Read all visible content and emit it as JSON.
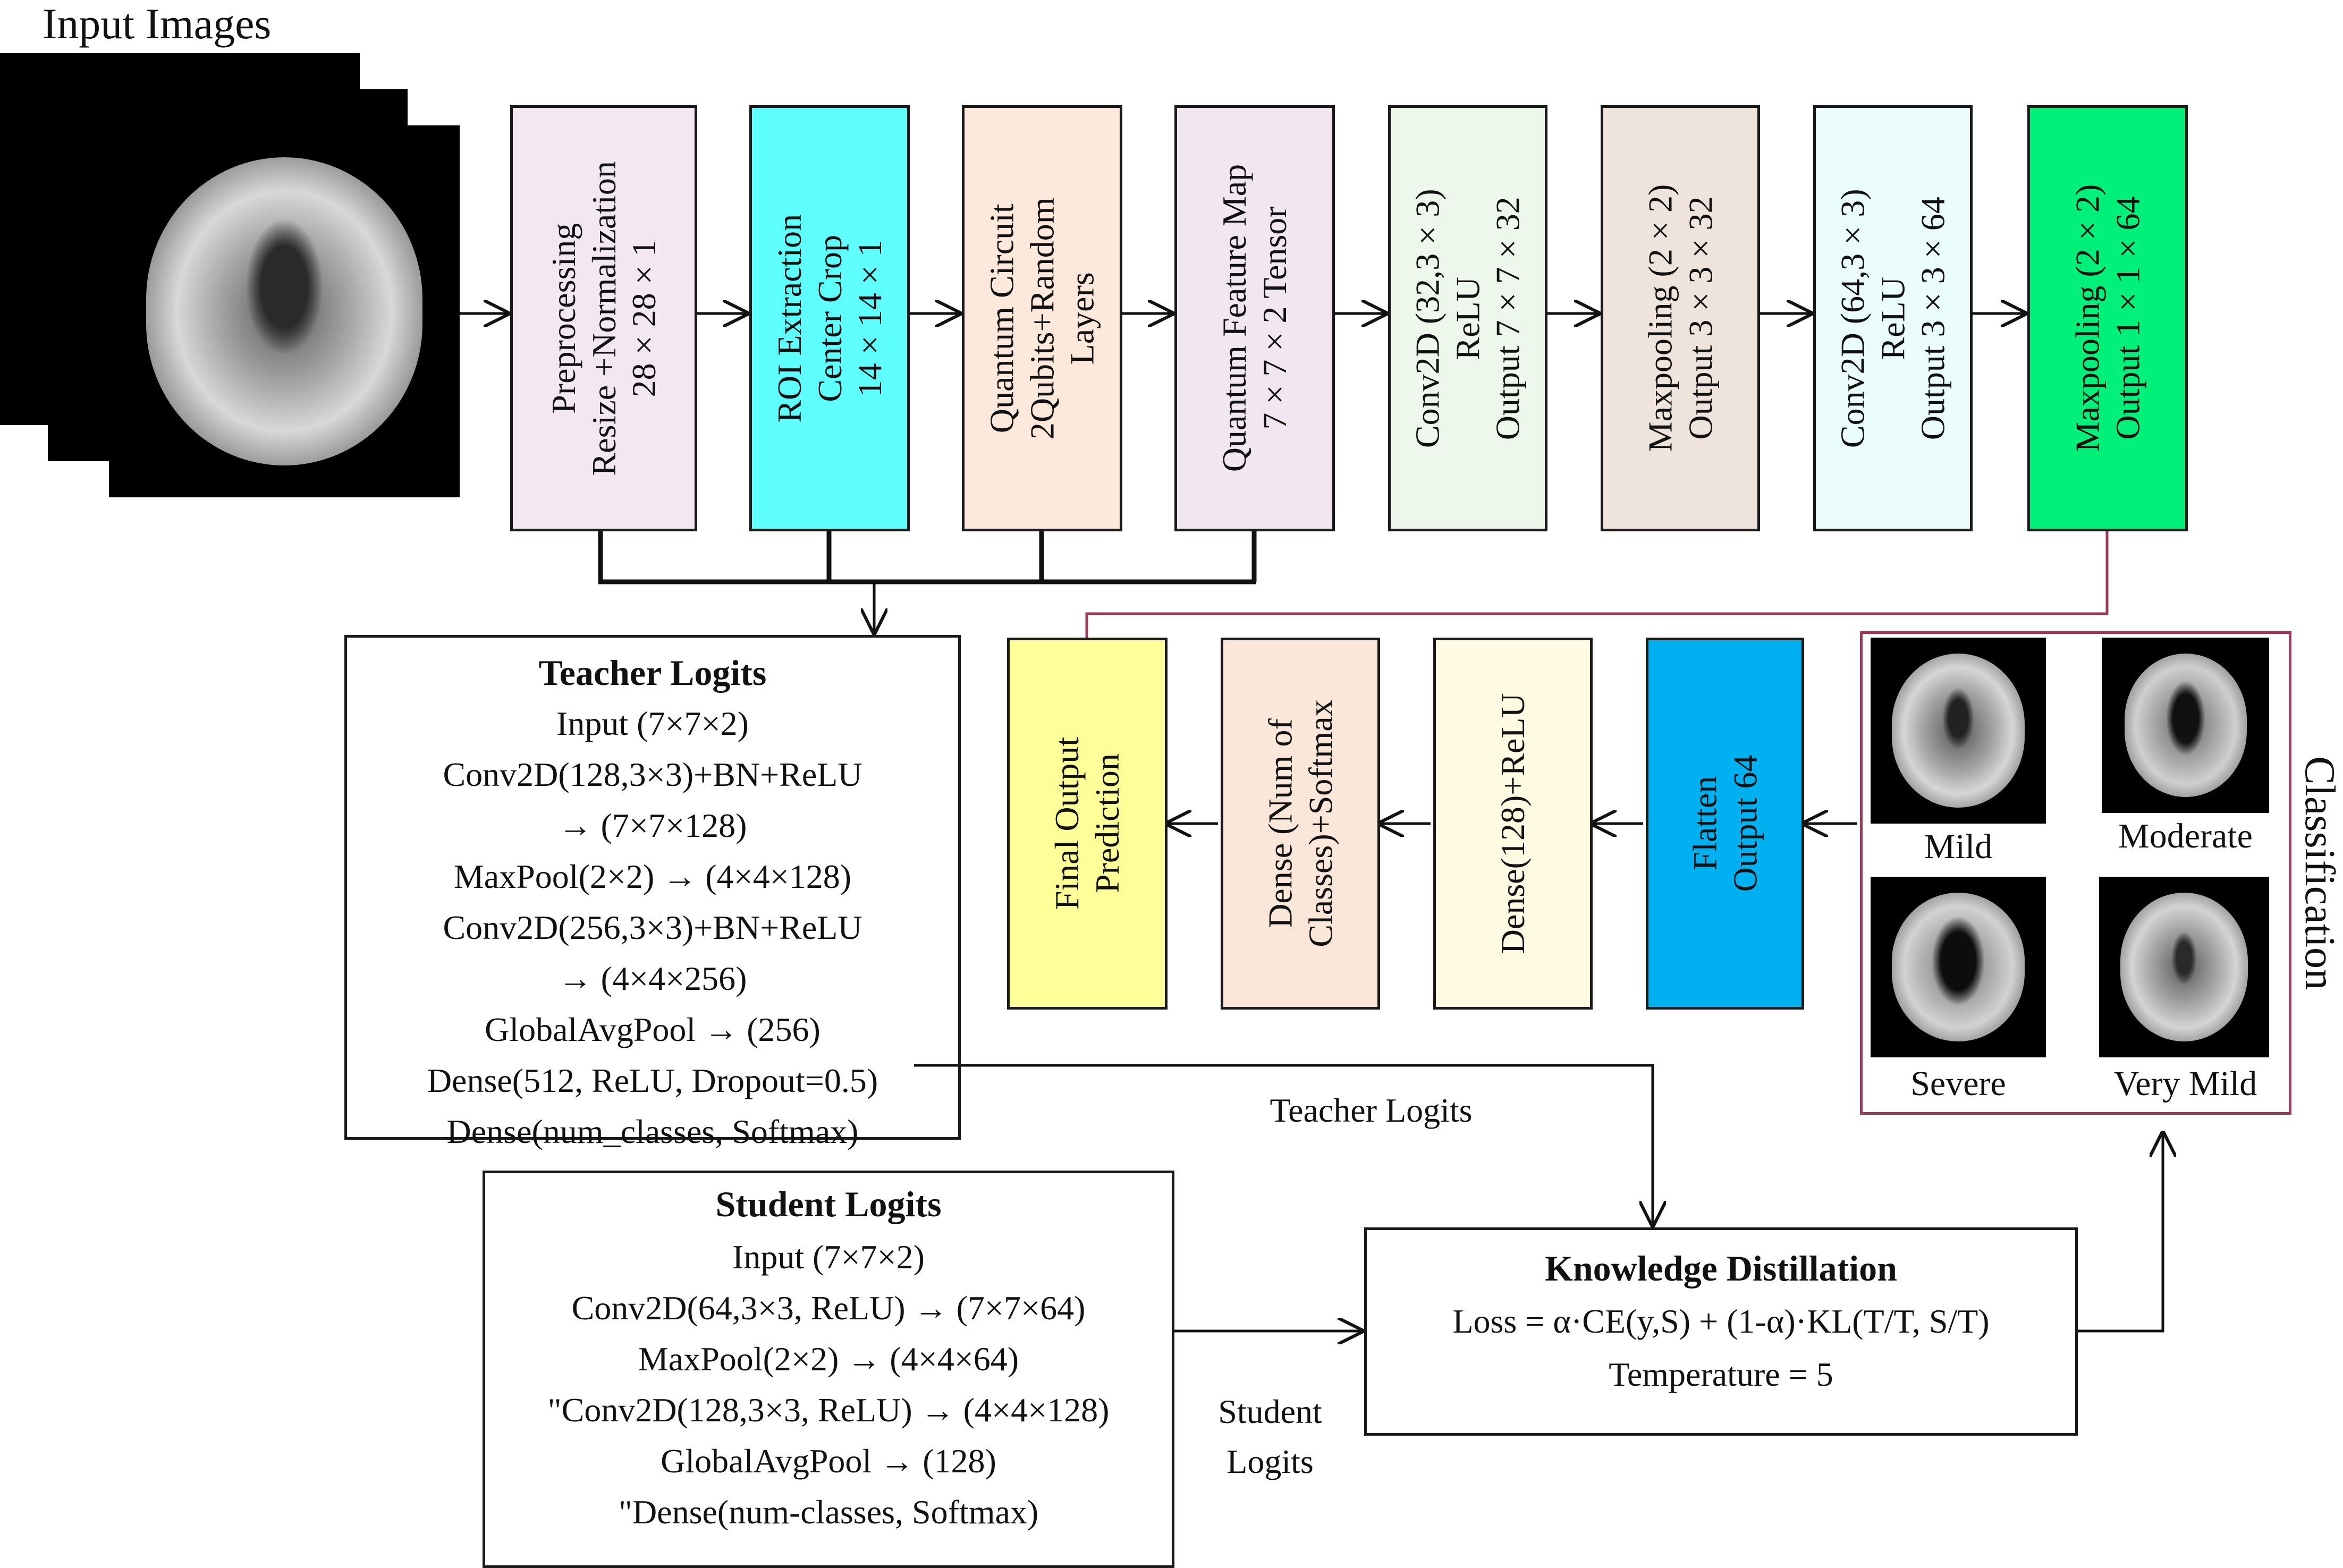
{
  "input": {
    "title": "Input Images"
  },
  "pipeline": [
    {
      "id": "preprocessing",
      "lines": [
        "Preprocessing",
        "Resize +Normalization",
        "28 × 28 × 1"
      ],
      "color": "#f3e8f2"
    },
    {
      "id": "roi",
      "lines": [
        "ROI Extraction",
        "Center Crop",
        "14 × 14 × 1"
      ],
      "color": "#5fffff"
    },
    {
      "id": "quantum-circuit",
      "lines": [
        "Quantum Circuit",
        "2Qubits+Random",
        "Layers"
      ],
      "color": "#fde8dc"
    },
    {
      "id": "quantum-feature-map",
      "lines": [
        "Quantum Feature Map",
        "7 × 7 × 2    Tensor"
      ],
      "color": "#f2e6f1"
    },
    {
      "id": "conv2d-1",
      "lines": [
        "Conv2D (32,3 × 3)",
        "ReLU",
        "Output   7 × 7 × 32"
      ],
      "color": "#eef7ec"
    },
    {
      "id": "maxpool-1",
      "lines": [
        "Maxpooling (2 × 2)",
        "Output   3 × 3 × 32"
      ],
      "color": "#efe4dc"
    },
    {
      "id": "conv2d-2",
      "lines": [
        "Conv2D (64,3 × 3)",
        "ReLU",
        "Output   3 × 3 × 64"
      ],
      "color": "#eafcfc"
    },
    {
      "id": "maxpool-2",
      "lines": [
        "Maxpooling (2 × 2)",
        "Output   1 × 1 × 64"
      ],
      "color": "#00f07a"
    }
  ],
  "head": [
    {
      "id": "final-output",
      "lines": [
        "Final Output",
        "Prediction"
      ],
      "color": "#ffff99"
    },
    {
      "id": "dense-softmax",
      "lines": [
        "Dense (Num of",
        "Classes)+Softmax"
      ],
      "color": "#fbe6da"
    },
    {
      "id": "dense-relu",
      "lines": [
        "Dense(128)+ReLU"
      ],
      "color": "#fffbe3"
    },
    {
      "id": "flatten",
      "lines": [
        "Flatten",
        "Output    64"
      ],
      "color": "#00b0f0"
    }
  ],
  "teacher": {
    "title": "Teacher Logits",
    "lines": [
      "Input (7×7×2)",
      "Conv2D(128,3×3)+BN+ReLU",
      "→ (7×7×128)",
      "MaxPool(2×2) → (4×4×128)",
      "Conv2D(256,3×3)+BN+ReLU",
      "→ (4×4×256)",
      "GlobalAvgPool → (256)",
      "Dense(512, ReLU, Dropout=0.5)",
      "Dense(num_classes, Softmax)"
    ]
  },
  "student": {
    "title": "Student Logits",
    "lines": [
      "Input (7×7×2)",
      "Conv2D(64,3×3, ReLU) → (7×7×64)",
      "MaxPool(2×2) → (4×4×64)",
      "\"Conv2D(128,3×3, ReLU) → (4×4×128)",
      "GlobalAvgPool → (128)",
      "\"Dense(num-classes, Softmax)"
    ]
  },
  "distillation": {
    "title": "Knowledge Distillation",
    "loss": "Loss = α·CE(y,S) + (1-α)·KL(T/T, S/T)",
    "temperature": "Temperature = 5"
  },
  "edge_labels": {
    "teacher": "Teacher Logits",
    "student_line1": "Student",
    "student_line2": "Logits"
  },
  "classification": {
    "title": "Classification",
    "classes": [
      "Mild",
      "Moderate",
      "Severe",
      "Very Mild"
    ]
  }
}
